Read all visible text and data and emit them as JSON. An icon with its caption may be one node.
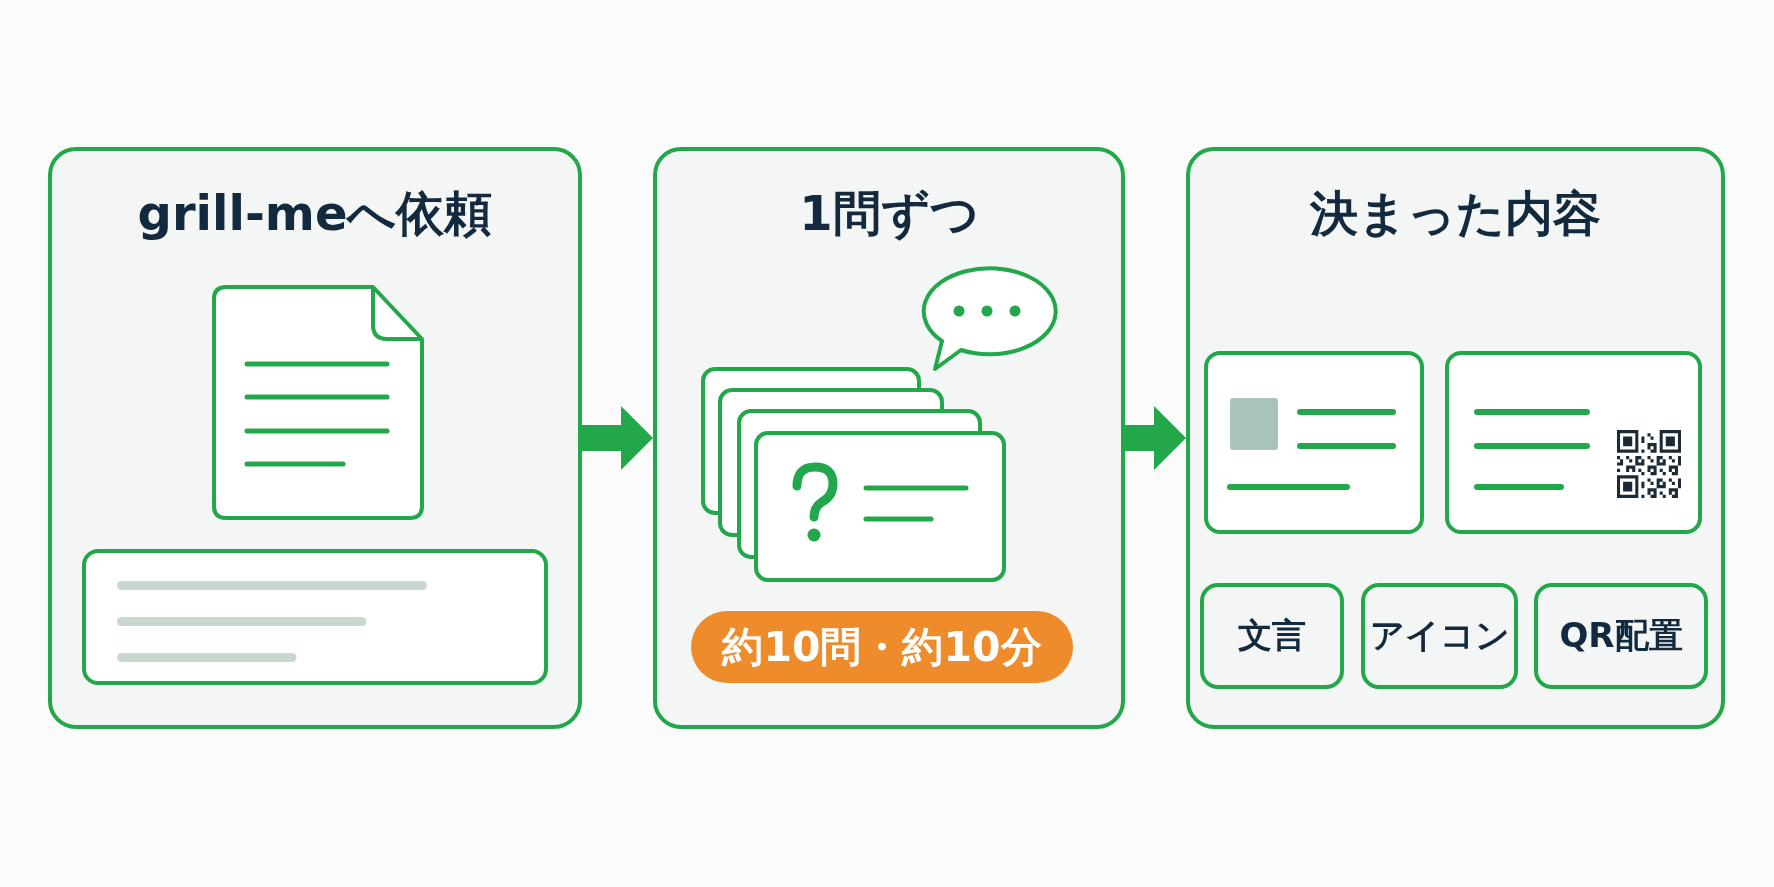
{
  "diagram": {
    "nodes": [
      {
        "text": [
          "grill-meへ依頼"
        ]
      },
      {
        "text": [],
        "shape": "box",
        "in": 0
      },
      {
        "text": [
          "1問ずつ"
        ]
      },
      {
        "text": [
          "約10問・約10分"
        ],
        "in": 2
      },
      {
        "text": [
          "決まった内容"
        ]
      },
      {
        "text": [],
        "shape": "box",
        "in": 4
      },
      {
        "text": [],
        "shape": "box",
        "in": 4
      },
      {
        "text": [
          "文言"
        ],
        "in": 4
      },
      {
        "text": [
          "アイコン"
        ],
        "in": 4
      },
      {
        "text": [
          "QR配置"
        ],
        "in": 4
      }
    ],
    "edges": [
      {
        "from": 0,
        "to": 2,
        "arrow": "to"
      },
      {
        "from": 2,
        "to": 4,
        "arrow": "to"
      }
    ]
  }
}
